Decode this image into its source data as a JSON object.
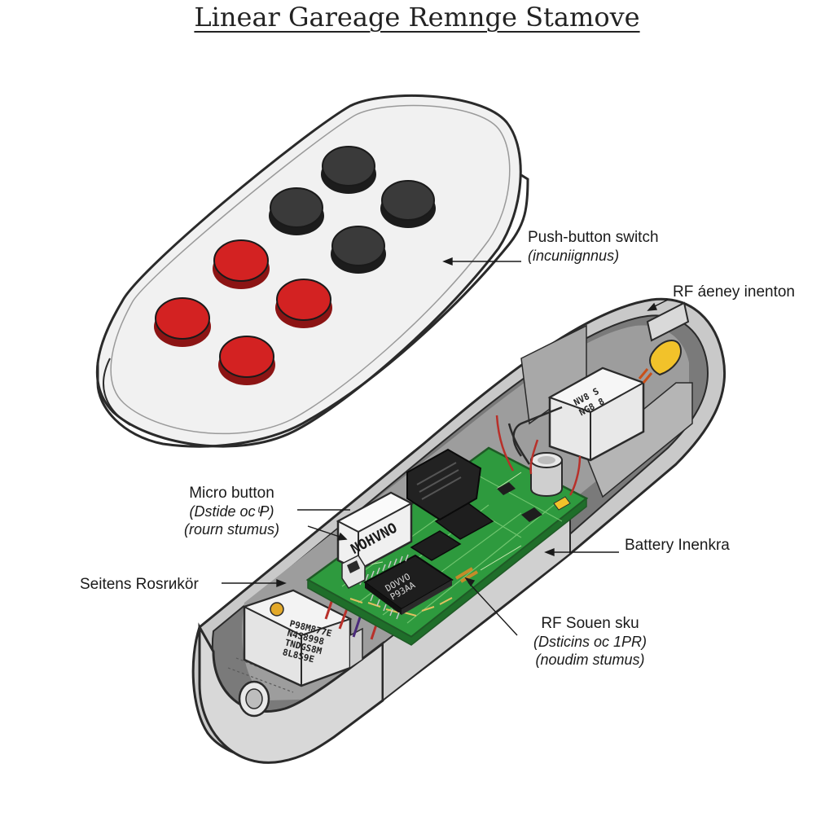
{
  "title": "Linear Gareage Remnge Stamove",
  "colors": {
    "outline": "#2a2a2a",
    "shell": "#e6e6e6",
    "shell_dark": "#8a8a8a",
    "button_dark": "#3a3a3a",
    "button_red": "#d32222",
    "pcb": "#2e9a3e",
    "chip": "#1e1e1e",
    "antenna": "#f2c22a"
  },
  "labels": {
    "push_button": {
      "main": "Push-button switch",
      "sub": "(incuniignnus)"
    },
    "rf_antenna": {
      "main": "RF áeney inenton"
    },
    "micro_button": {
      "main": "Micro button",
      "sub1": "(Dstide oc ͧP)",
      "sub2": "(rourn stumus)"
    },
    "battery": {
      "main": "Battery Inenkra"
    },
    "seitens": {
      "main": "Seitens Rosrиkör"
    },
    "rf_sounder": {
      "main": "RF Souen sku",
      "sub1": "(Dsticins oc 1PR)",
      "sub2": "(noudim stumus)"
    }
  },
  "component_text": {
    "relay": "NOHVNO",
    "module": "NV8 S\nNG8 8",
    "mcu": "DOVVO\nP93AA",
    "battery_cell": "P98M877E\nN4S8998\nTNDGS8M\n8L8S9E"
  },
  "icons": [
    "remote-top-shell-icon",
    "remote-bottom-shell-icon",
    "circuit-board-icon",
    "battery-icon",
    "antenna-icon"
  ]
}
